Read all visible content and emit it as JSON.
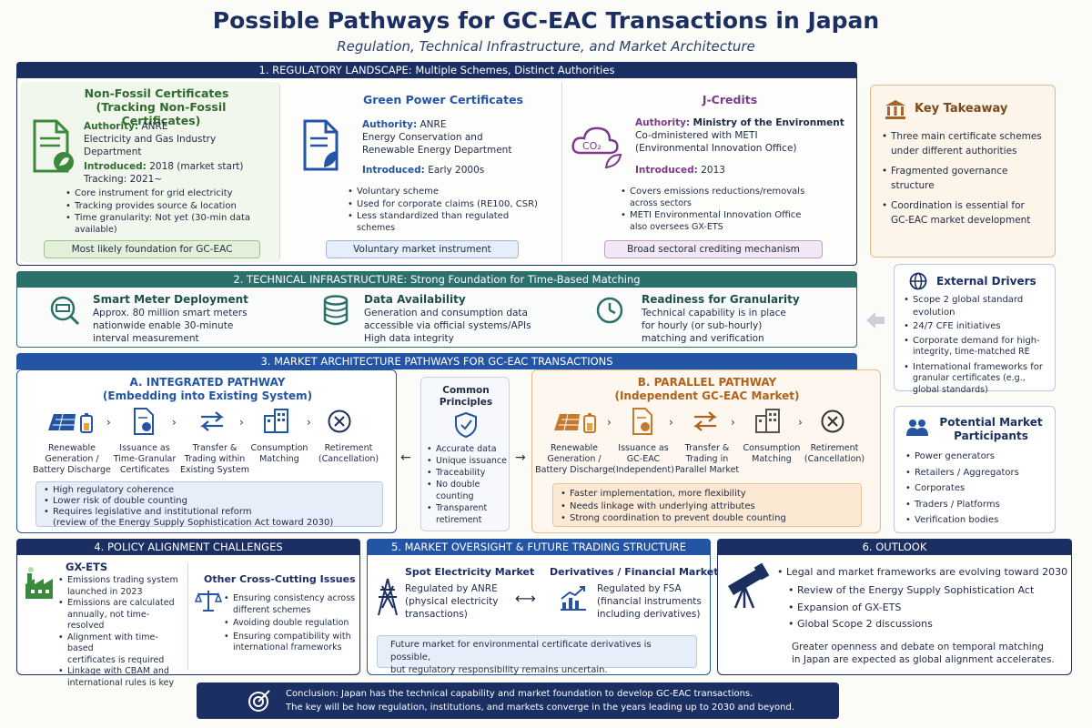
{
  "header": {
    "title": "Possible Pathways for GC-EAC Transactions in Japan",
    "subtitle": "Regulation, Technical Infrastructure, and Market Architecture"
  },
  "s1": {
    "banner": "1. REGULATORY LANDSCAPE: Multiple Schemes, Distinct Authorities",
    "nfc": {
      "title": "Non-Fossil Certificates",
      "title2": "(Tracking Non-Fossil Certificates)",
      "auth_label": "Authority:",
      "auth_value": "ANRE",
      "auth_detail1": "Electricity and Gas Industry",
      "auth_detail2": "Department",
      "intro_label": "Introduced:",
      "intro_value": "2018 (market start)",
      "tracking": "Tracking: 2021~",
      "bullets": [
        "Core instrument for grid electricity",
        "Tracking provides source & location",
        "Time granularity: Not yet (30-min data",
        "available)"
      ],
      "pill": "Most likely foundation for GC-EAC"
    },
    "gpc": {
      "title": "Green Power Certificates",
      "auth_label": "Authority:",
      "auth_value": "ANRE",
      "auth_detail1": "Energy Conservation and",
      "auth_detail2": "Renewable Energy Department",
      "intro_label": "Introduced:",
      "intro_value": "Early 2000s",
      "bullets": [
        "Voluntary scheme",
        "Used for corporate claims (RE100, CSR)",
        "Less standardized than regulated",
        "schemes"
      ],
      "pill": "Voluntary market instrument"
    },
    "jc": {
      "title": "J-Credits",
      "auth_label": "Authority:",
      "auth_value": "Ministry of the Environment",
      "auth_detail1": "Co-dministered with METI",
      "auth_detail2": "(Environmental Innovation Office)",
      "intro_label": "Introduced:",
      "intro_value": "2013",
      "bullets": [
        "Covers emissions reductions/removals",
        "across sectors",
        "METI Environmental Innovation Office",
        "also oversees GX-ETS"
      ],
      "pill": "Broad sectoral crediting mechanism",
      "icon_text": "CO₂"
    }
  },
  "takeaway": {
    "title": "Key Takeaway",
    "bullets": [
      "Three main certificate schemes",
      "under different authorities",
      "Fragmented governance",
      "structure",
      "Coordination is essential for",
      "GC-EAC market development"
    ]
  },
  "s2": {
    "banner": "2. TECHNICAL INFRASTRUCTURE: Strong Foundation for Time-Based Matching",
    "items": [
      {
        "title": "Smart Meter Deployment",
        "l1": "Approx. 80 million smart meters",
        "l2": "nationwide enable 30-minute",
        "l3": "interval measurement"
      },
      {
        "title": "Data Availability",
        "l1": "Generation and consumption data",
        "l2": "accessible via official systems/APIs",
        "l3": "High data integrity"
      },
      {
        "title": "Readiness for Granularity",
        "l1": "Technical capability is in place",
        "l2": "for hourly (or sub-hourly)",
        "l3": "matching and verification"
      }
    ]
  },
  "drivers": {
    "title": "External Drivers",
    "bullets": [
      "Scope 2 global standard evolution",
      "24/7 CFE initiatives",
      "Corporate demand for high-",
      "integrity, time-matched RE",
      "International frameworks for",
      "granular certificates (e.g.,",
      "global standards)"
    ]
  },
  "s3": {
    "banner": "3. MARKET ARCHITECTURE PATHWAYS FOR GC-EAC TRANSACTIONS",
    "a": {
      "title1": "A. INTEGRATED PATHWAY",
      "title2": "(Embedding into Existing System)",
      "steps": [
        {
          "l1": "Renewable",
          "l2": "Generation /",
          "l3": "Battery Discharge"
        },
        {
          "l1": "Issuance as",
          "l2": "Time-Granular",
          "l3": "Certificates"
        },
        {
          "l1": "Transfer &",
          "l2": "Trading within",
          "l3": "Existing System"
        },
        {
          "l1": "Consumption",
          "l2": "Matching",
          "l3": ""
        },
        {
          "l1": "Retirement",
          "l2": "(Cancellation)",
          "l3": ""
        }
      ],
      "bullets": [
        "High regulatory coherence",
        "Lower risk of double counting",
        "Requires legislative and institutional reform",
        "(review of the Energy Supply Sophistication Act toward 2030)"
      ]
    },
    "common": {
      "title1": "Common",
      "title2": "Principles",
      "bullets": [
        "Accurate data",
        "Unique issuance",
        "Traceability",
        "No double",
        "counting",
        "Transparent",
        "retirement"
      ]
    },
    "b": {
      "title1": "B. PARALLEL PATHWAY",
      "title2": "(Independent GC-EAC Market)",
      "steps": [
        {
          "l1": "Renewable",
          "l2": "Generation /",
          "l3": "Battery Discharge"
        },
        {
          "l1": "Issuance as",
          "l2": "GC-EAC",
          "l3": "(Independent)"
        },
        {
          "l1": "Transfer &",
          "l2": "Trading in",
          "l3": "Parallel Market"
        },
        {
          "l1": "Consumption",
          "l2": "Matching",
          "l3": ""
        },
        {
          "l1": "Retirement",
          "l2": "(Cancellation)",
          "l3": ""
        }
      ],
      "bullets": [
        "Faster implementation, more flexibility",
        "Needs linkage with underlying attributes",
        "Strong coordination to prevent double counting"
      ]
    }
  },
  "participants": {
    "title1": "Potential Market",
    "title2": "Participants",
    "bullets": [
      "Power generators",
      "Retailers / Aggregators",
      "Corporates",
      "Traders / Platforms",
      "Verification bodies"
    ]
  },
  "s4": {
    "banner": "4. POLICY ALIGNMENT CHALLENGES",
    "gx": {
      "title": "GX-ETS",
      "bullets": [
        "Emissions trading system",
        "launched in 2023",
        "Emissions are calculated",
        "annually, not time-resolved",
        "Alignment with time-based",
        "certificates is required",
        "Linkage with CBAM and",
        "international rules is key"
      ]
    },
    "other": {
      "title": "Other Cross-Cutting Issues",
      "bullets": [
        "Ensuring consistency across",
        "different schemes",
        "Avoiding double regulation",
        "Ensuring compatibility with",
        "international frameworks"
      ]
    }
  },
  "s5": {
    "banner": "5. MARKET OVERSIGHT & FUTURE TRADING STRUCTURE",
    "spot": {
      "title": "Spot Electricity Market",
      "l1": "Regulated by ANRE",
      "l2": "(physical electricity",
      "l3": "transactions)"
    },
    "deriv": {
      "title": "Derivatives / Financial Markets",
      "l1": "Regulated by FSA",
      "l2": "(financial instruments",
      "l3": "including derivatives)"
    },
    "note1": "Future market for environmental certificate derivatives is possible,",
    "note2": "but regulatory responsibility remains uncertain."
  },
  "s6": {
    "banner": "6. OUTLOOK",
    "main": "Legal and market frameworks are evolving toward 2030",
    "bullets": [
      "Review of the Energy Supply Sophistication Act",
      "Expansion of GX-ETS",
      "Global Scope 2 discussions"
    ],
    "p1": "Greater openness and debate on temporal matching",
    "p2": "in Japan are expected as global alignment accelerates."
  },
  "conclusion": {
    "l1": "Conclusion: Japan has the technical capability and market foundation to develop GC-EAC transactions.",
    "l2": "The key will be how regulation, institutions, and markets converge in the years leading up to 2030 and beyond."
  }
}
